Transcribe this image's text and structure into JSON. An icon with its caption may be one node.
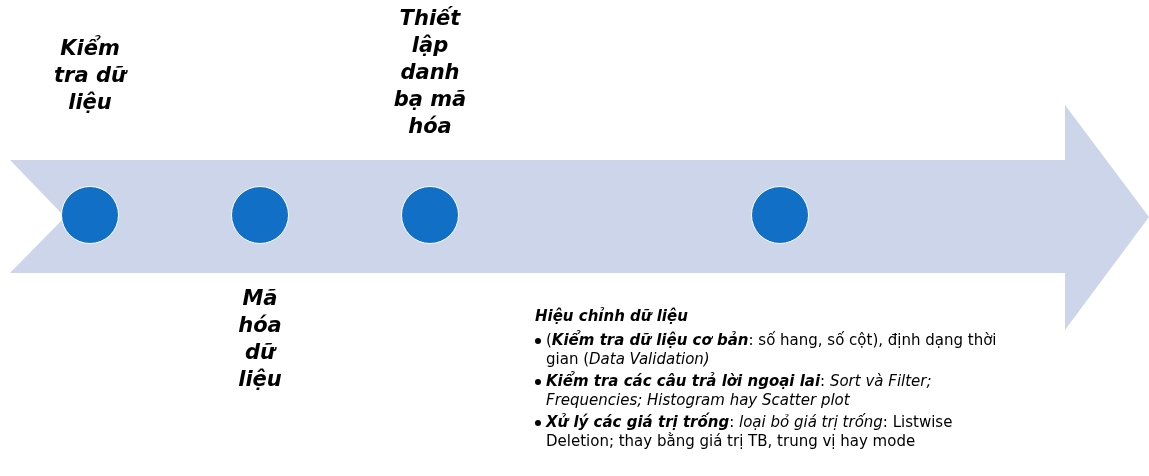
{
  "diagram": {
    "nodes": [
      {
        "text": [],
        "shape": "circle",
        "beside": [
          "Kiểm tra dữ liệu"
        ]
      },
      {
        "text": [],
        "shape": "circle",
        "beside": [
          "Mã hóa dữ liệu"
        ]
      },
      {
        "text": [],
        "shape": "circle",
        "beside": [
          "Thiết lập danh bạ mã hóa"
        ]
      },
      {
        "text": [],
        "shape": "circle",
        "beside": [
          "Hiệu chỉnh dữ liệu",
          "(**Kiểm tra dữ liệu cơ bản**: số hang, số cột), định dạng thời gian (*Data Validation)*",
          "**Kiểm tra các câu trả lời ngoại lai**: *Sort và Filter; Frequencies; Histogram hay Scatter plot*",
          "**Xử lý các giá trị trống**: *loại bỏ giá trị trống*: Listwise Deletion; thay bằng giá trị TB, trung vị hay mode"
        ]
      }
    ]
  }
}
